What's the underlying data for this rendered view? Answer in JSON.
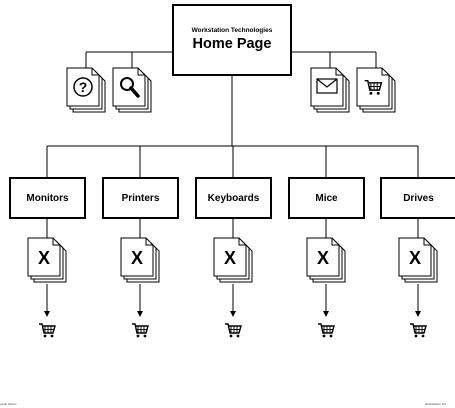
{
  "home": {
    "subtitle": "Workstation Technologies",
    "title": "Home Page"
  },
  "utility_pages": [
    {
      "icon": "question-mark-icon",
      "glyph": "?"
    },
    {
      "icon": "magnifier-icon"
    },
    {
      "icon": "envelope-icon"
    },
    {
      "icon": "shopping-cart-icon"
    }
  ],
  "categories": [
    {
      "label": "Monitors",
      "page_glyph": "X",
      "icon": "shopping-cart-icon"
    },
    {
      "label": "Printers",
      "page_glyph": "X",
      "icon": "shopping-cart-icon"
    },
    {
      "label": "Keyboards",
      "page_glyph": "X",
      "icon": "shopping-cart-icon"
    },
    {
      "label": "Mice",
      "page_glyph": "X",
      "icon": "shopping-cart-icon"
    },
    {
      "label": "Drives",
      "page_glyph": "X",
      "icon": "shopping-cart-icon"
    }
  ],
  "footer": {
    "left": "esign Works",
    "right": "Workstation Tec"
  }
}
